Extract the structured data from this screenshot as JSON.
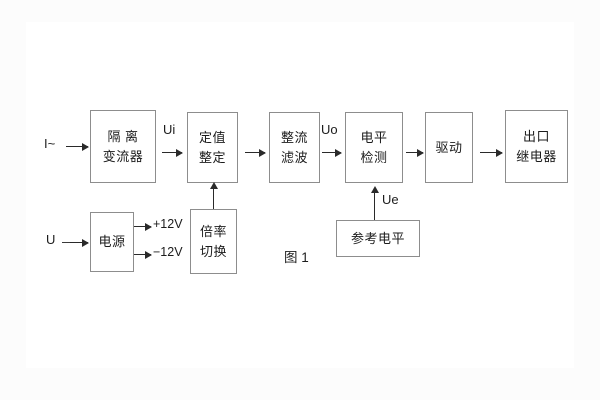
{
  "figure": {
    "caption": "图 1",
    "colors": {
      "stroke": "#8d8d8d",
      "arrow": "#2a2a2a",
      "text": "#1c1c1c",
      "panel": "#ffffff",
      "page": "#fcfcfc"
    }
  },
  "inputs": {
    "current": "I~",
    "voltage": "U"
  },
  "signals": {
    "ui": "Ui",
    "uo": "Uo",
    "ue": "Ue"
  },
  "rails": {
    "positive": "+12V",
    "negative": "−12V"
  },
  "blocks": [
    {
      "id": "isolation-transformer",
      "lines": [
        "隔 离",
        "变流器"
      ]
    },
    {
      "id": "setting-value",
      "lines": [
        "定值",
        "整定"
      ]
    },
    {
      "id": "rectifier-filter",
      "lines": [
        "整流",
        "滤波"
      ]
    },
    {
      "id": "level-detection",
      "lines": [
        "电平",
        "检测"
      ]
    },
    {
      "id": "drive",
      "lines": [
        "驱动"
      ]
    },
    {
      "id": "output-relay",
      "lines": [
        "出口",
        "继电器"
      ]
    },
    {
      "id": "power-supply",
      "lines": [
        "电源"
      ]
    },
    {
      "id": "multiplier-switch",
      "lines": [
        "倍率",
        "切换"
      ]
    },
    {
      "id": "reference-level",
      "lines": [
        "参考电平"
      ]
    }
  ]
}
